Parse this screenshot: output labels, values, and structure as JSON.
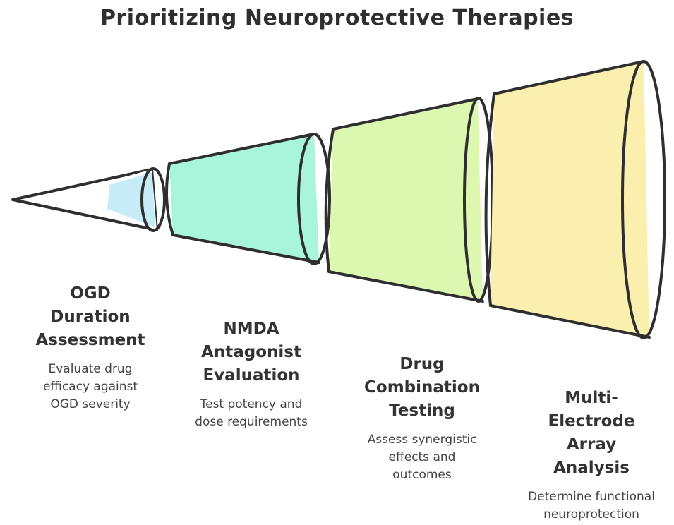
{
  "title": "Prioritizing Neuroprotective Therapies",
  "stages": [
    {
      "heading_lines": [
        "OGD",
        "Duration",
        "Assessment"
      ],
      "desc_lines": [
        "Evaluate drug",
        "efficacy against",
        "OGD severity"
      ],
      "color": "#c6ecf7"
    },
    {
      "heading_lines": [
        "NMDA",
        "Antagonist",
        "Evaluation"
      ],
      "desc_lines": [
        "Test potency and",
        "dose requirements"
      ],
      "color": "#a9f5dc"
    },
    {
      "heading_lines": [
        "Drug",
        "Combination",
        "Testing"
      ],
      "desc_lines": [
        "Assess synergistic",
        "effects and",
        "outcomes"
      ],
      "color": "#dcf7b0"
    },
    {
      "heading_lines": [
        "Multi-",
        "Electrode",
        "Array",
        "Analysis"
      ],
      "desc_lines": [
        "Determine functional",
        "neuroprotection"
      ],
      "color": "#fbefb0"
    }
  ]
}
